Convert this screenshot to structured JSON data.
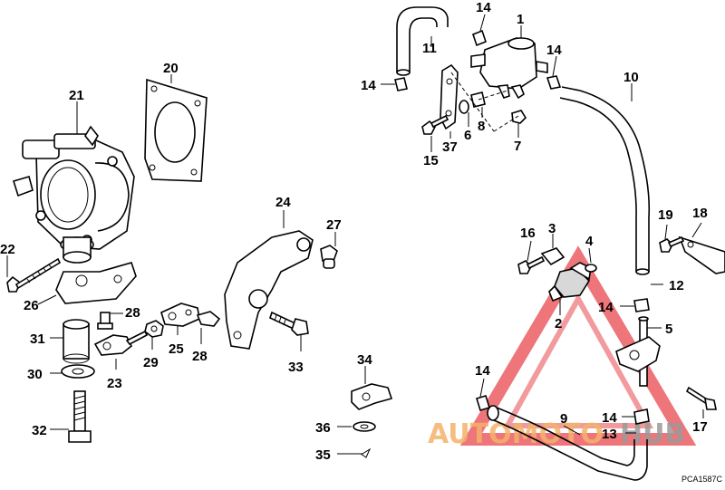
{
  "diagram": {
    "parts": [
      {
        "num": "1"
      },
      {
        "num": "2"
      },
      {
        "num": "3"
      },
      {
        "num": "4"
      },
      {
        "num": "5"
      },
      {
        "num": "6"
      },
      {
        "num": "7"
      },
      {
        "num": "8"
      },
      {
        "num": "9"
      },
      {
        "num": "10"
      },
      {
        "num": "11"
      },
      {
        "num": "12"
      },
      {
        "num": "13"
      },
      {
        "num": "14"
      },
      {
        "num": "15"
      },
      {
        "num": "16"
      },
      {
        "num": "17"
      },
      {
        "num": "18"
      },
      {
        "num": "19"
      },
      {
        "num": "20"
      },
      {
        "num": "21"
      },
      {
        "num": "22"
      },
      {
        "num": "23"
      },
      {
        "num": "24"
      },
      {
        "num": "25"
      },
      {
        "num": "26"
      },
      {
        "num": "27"
      },
      {
        "num": "28"
      },
      {
        "num": "29"
      },
      {
        "num": "30"
      },
      {
        "num": "31"
      },
      {
        "num": "32"
      },
      {
        "num": "33"
      },
      {
        "num": "34"
      },
      {
        "num": "35"
      },
      {
        "num": "36"
      },
      {
        "num": "37"
      }
    ],
    "code": "PCA1587C"
  },
  "watermark": {
    "auto": "AUTOMOTO",
    "hub": "HUB",
    "color_red": "#e8474c",
    "color_orange": "#f4b26b",
    "color_gray": "#9b9b9b"
  }
}
